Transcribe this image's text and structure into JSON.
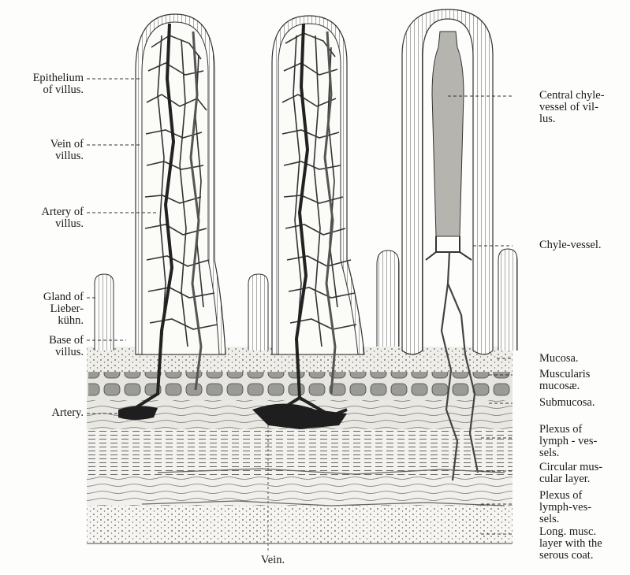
{
  "figure": {
    "labels_left": [
      {
        "id": "epithelium",
        "text": "Epithelium\nof villus."
      },
      {
        "id": "vein-of-villus",
        "text": "Vein of\nvillus."
      },
      {
        "id": "artery-of-villus",
        "text": "Artery of\nvillus."
      },
      {
        "id": "gland",
        "text": "Gland of\nLieber-\nkühn."
      },
      {
        "id": "base",
        "text": "Base of\nvillus."
      },
      {
        "id": "artery",
        "text": "Artery."
      }
    ],
    "labels_right": [
      {
        "id": "central-chyle",
        "text": "Central chyle-\nvessel of vil-\nlus."
      },
      {
        "id": "chyle-vessel",
        "text": "Chyle-vessel."
      },
      {
        "id": "mucosa",
        "text": "Mucosa."
      },
      {
        "id": "muscularis",
        "text": "Muscularis\nmucosæ."
      },
      {
        "id": "submucosa",
        "text": "Submucosa."
      },
      {
        "id": "plexus-1",
        "text": "Plexus of\nlymph - ves-\nsels."
      },
      {
        "id": "circular",
        "text": "Circular mus-\ncular layer."
      },
      {
        "id": "plexus-2",
        "text": "Plexus of\nlymph-ves-\nsels."
      },
      {
        "id": "long-musc",
        "text": "Long. musc.\nlayer with the\nserous coat."
      }
    ],
    "label_bottom": {
      "id": "vein",
      "text": "Vein."
    },
    "colors": {
      "ink": "#1a1a1a",
      "vessel_dark": "#2b2b2b",
      "tissue": "#ecebe6",
      "paper": "#fdfdfc"
    }
  }
}
